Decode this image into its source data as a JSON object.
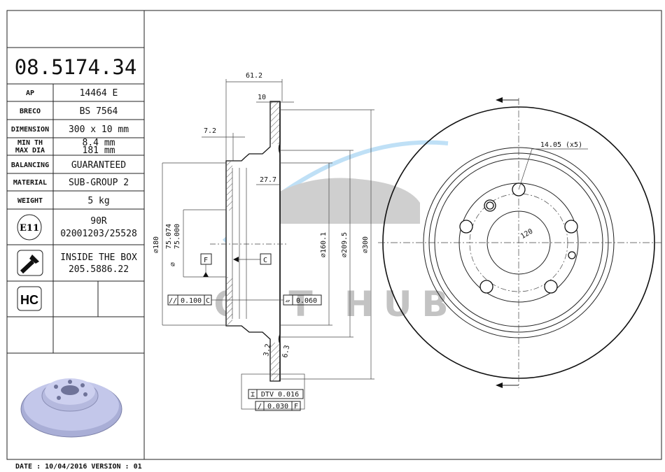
{
  "part_number": "08.5174.34",
  "spec_rows": [
    {
      "label": "AP",
      "value": "14464 E"
    },
    {
      "label": "BRECO",
      "value": "BS 7564"
    },
    {
      "label": "DIMENSION",
      "value": "300 x 10 mm"
    },
    {
      "label": "MIN TH",
      "value": "8.4 mm",
      "label2": "MAX DIA",
      "value2": "181 mm"
    },
    {
      "label": "BALANCING",
      "value": "GUARANTEED"
    },
    {
      "label": "MATERIAL",
      "value": "SUB-GROUP 2"
    },
    {
      "label": "WEIGHT",
      "value": "5 kg"
    }
  ],
  "e11": {
    "badge": "E11",
    "line1": "90R",
    "line2": "02001203/25528"
  },
  "screw": {
    "line1": "INSIDE THE BOX",
    "line2": "205.5886.22"
  },
  "hc_badge": "HC",
  "footer": "DATE : 10/04/2016 VERSION : 01",
  "dimensions": {
    "width_total": "61.2",
    "thickness": "10",
    "flange": "7.2",
    "hat_depth": "27.7",
    "d180": "⌀180",
    "bore_max": "75.074",
    "bore_min": "75.000",
    "bore_prefix": "⌀",
    "d160": "⌀160.1",
    "d209": "⌀209.5",
    "d300": "⌀300",
    "datum_f": "F",
    "datum_c": "C",
    "parallel_tol": "0.100",
    "parallel_ref": "C",
    "flat_tol": "0.060",
    "dtv": "DTV 0.016",
    "runout_tol": "0.030",
    "runout_ref": "F",
    "roughness_left": "3.2",
    "roughness_right": "6.3",
    "holes": "14.05 (x5)",
    "pcd": "120"
  },
  "watermark": "OPT HUB"
}
